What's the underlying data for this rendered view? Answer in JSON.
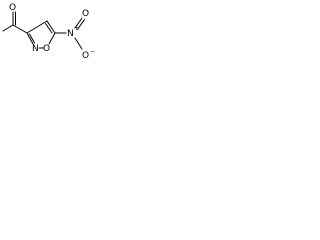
{
  "structure": {
    "atoms": {
      "acetyl_oxygen": "O",
      "ring_nitrogen": "N",
      "ring_oxygen": "O",
      "nitro_nitrogen": "N",
      "nitro_nitrogen_charge": "+",
      "nitro_oxygen_top": "O",
      "nitro_oxygen_bottom": "O",
      "nitro_oxygen_bottom_charge": "−"
    },
    "colors": {
      "line": "#000000",
      "background": "#ffffff"
    }
  }
}
